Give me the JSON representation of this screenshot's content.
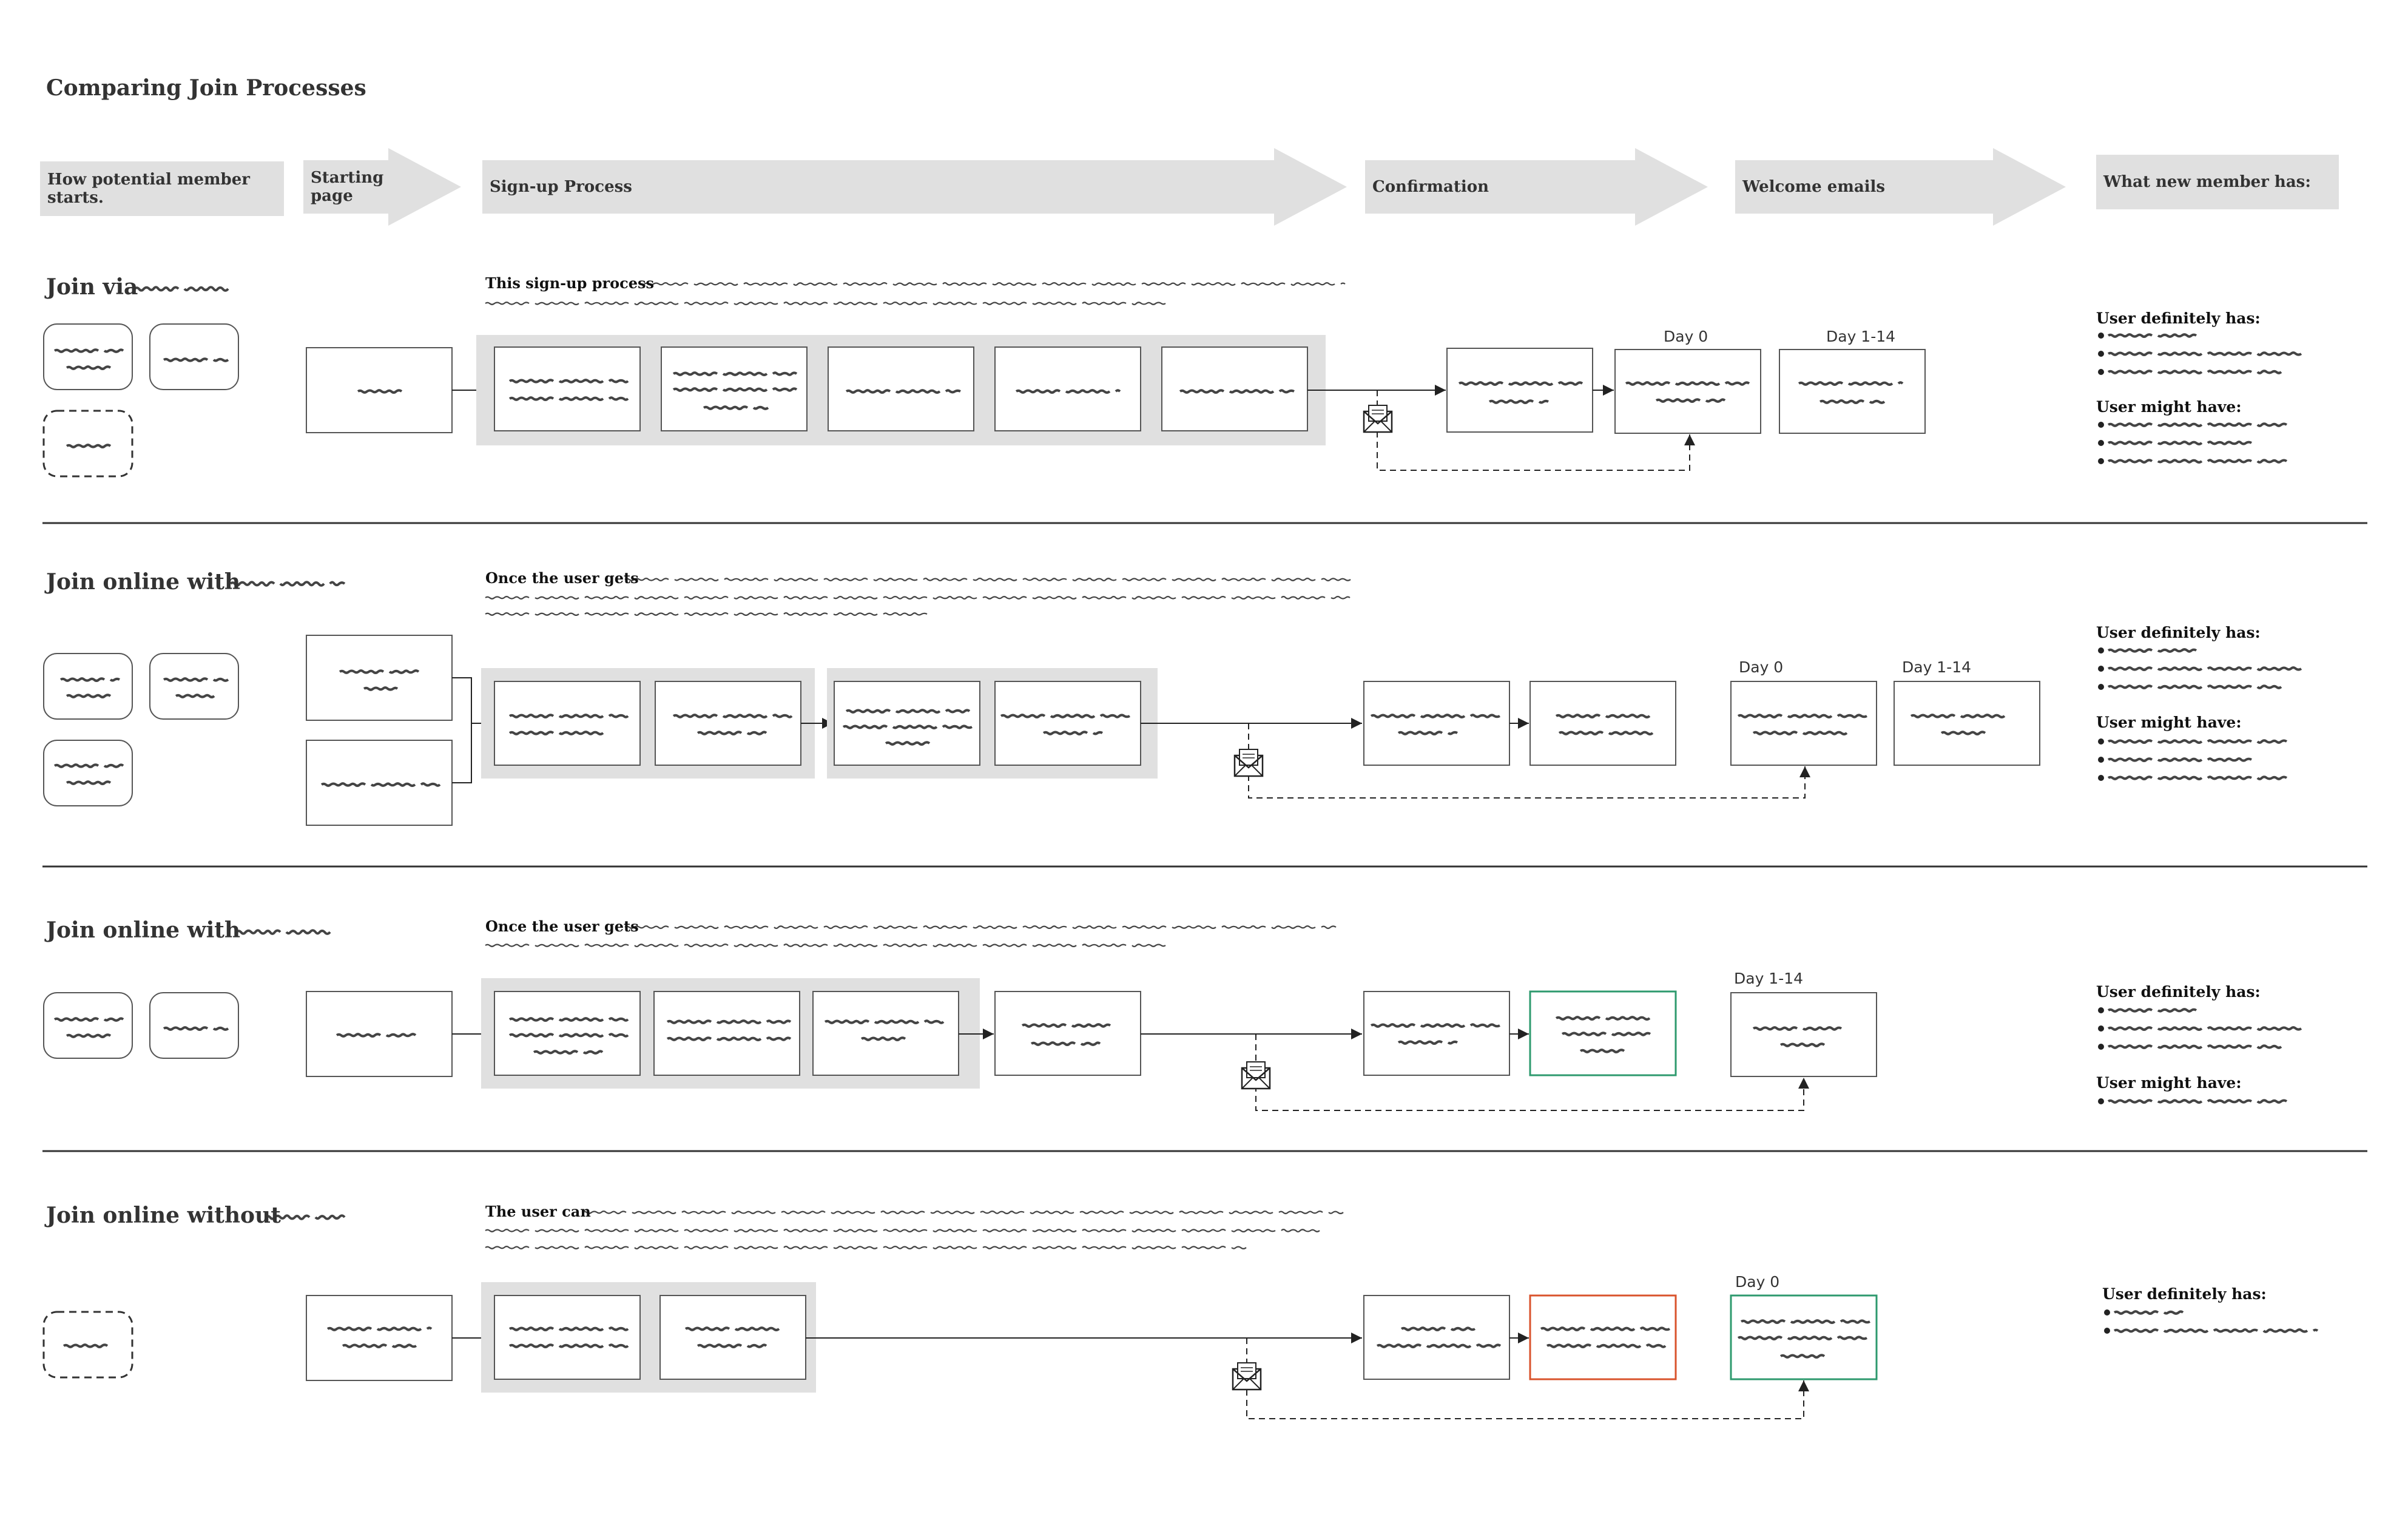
{
  "title": "Comparing Join Processes",
  "stages": [
    "How potential member starts.",
    "Starting page",
    "Sign-up Process",
    "Confirmation",
    "Welcome emails",
    "What new member has:"
  ],
  "rows": [
    {
      "title": "Join via",
      "description_lead": "This sign-up process",
      "day_labels": [
        "Day 0",
        "Day 1-14"
      ],
      "summary_definitely": "User definitely has:",
      "summary_might": "User might have:"
    },
    {
      "title": "Join online with",
      "description_lead": "Once the user gets",
      "day_labels": [
        "Day 0",
        "Day 1-14"
      ],
      "summary_definitely": "User definitely has:",
      "summary_might": "User might have:"
    },
    {
      "title": "Join online with",
      "description_lead": "Once the user gets",
      "day_labels": [
        "Day 1-14"
      ],
      "summary_definitely": "User definitely has:",
      "summary_might": "User might have:"
    },
    {
      "title": "Join online without",
      "description_lead": "The user can",
      "day_labels": [
        "Day 0"
      ],
      "summary_definitely": "User definitely has:"
    }
  ],
  "colors": {
    "stage_fill": "#e0e0e0",
    "group_fill": "#e0e0e0",
    "box_stroke": "#555555",
    "highlight_green": "#2e9a6e",
    "highlight_red": "#d9532c",
    "text": "#333333"
  },
  "icons": {
    "email": "envelope-icon"
  }
}
